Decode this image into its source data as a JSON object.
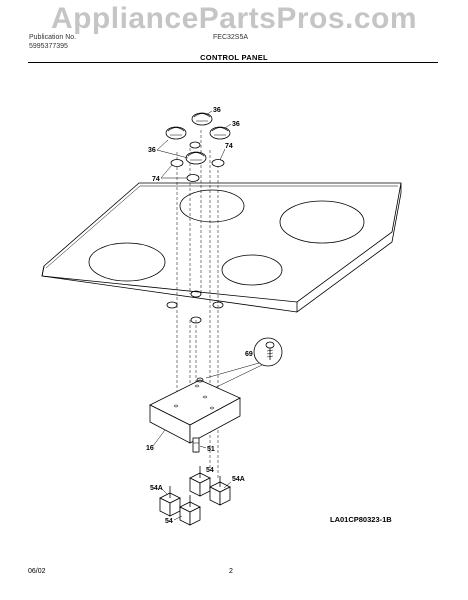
{
  "watermark": "AppliancePartsPros.com",
  "header": {
    "publication_label": "Publication No.",
    "publication_number": "5995377395",
    "model": "FEC32S5A"
  },
  "section_title": "CONTROL PANEL",
  "diagram_code": "LA01CP80323-1B",
  "footer": {
    "date": "06/02",
    "page": "2"
  },
  "callouts": {
    "knob_upper": "36",
    "knob_right": "36",
    "knob_left": "36",
    "ring_right": "74",
    "ring_left": "74",
    "screw": "69",
    "bracket": "16",
    "switch_small": "51",
    "switch_center": "54",
    "switch_right": "54A",
    "switch_left": "54A",
    "switch_bottom": "54"
  }
}
